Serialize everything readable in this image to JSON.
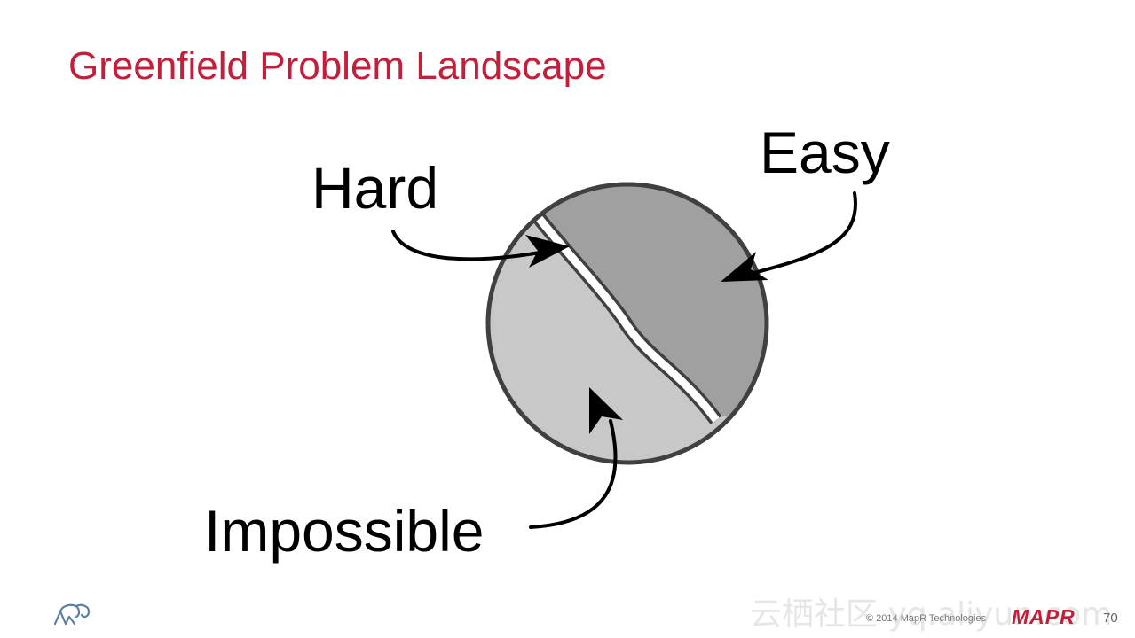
{
  "slide": {
    "title": "Greenfield Problem Landscape",
    "page_number": "70"
  },
  "diagram": {
    "labels": {
      "hard": "Hard",
      "easy": "Easy",
      "impossible": "Impossible"
    },
    "regions": [
      {
        "name": "Impossible",
        "color": "#c8c8c8"
      },
      {
        "name": "Hard",
        "color": "#ffffff"
      },
      {
        "name": "Easy",
        "color": "#a0a0a0"
      }
    ],
    "outline_color": "#404040"
  },
  "footer": {
    "copyright": "© 2014 MapR Technologies",
    "brand": "MAPR",
    "logo_icon": "elephant-logo-icon",
    "watermark": "云栖社区 yq.aliyun.com"
  },
  "colors": {
    "title": "#c41e3a",
    "brand": "#c41e3a"
  }
}
